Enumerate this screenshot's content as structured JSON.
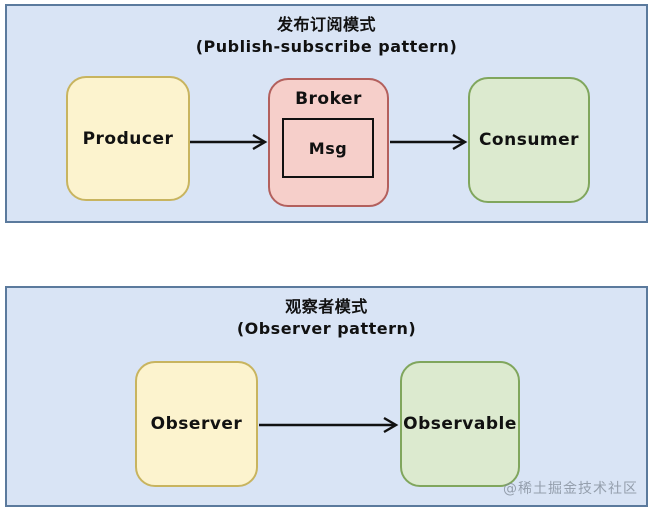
{
  "page": {
    "watermark": "@稀土掘金技术社区"
  },
  "panels": {
    "pubsub": {
      "title": "发布订阅模式",
      "subtitle": "(Publish-subscribe pattern)",
      "nodes": {
        "producer": "Producer",
        "broker": "Broker",
        "msg": "Msg",
        "consumer": "Consumer"
      }
    },
    "observer": {
      "title": "观察者模式",
      "subtitle": "(Observer pattern)",
      "nodes": {
        "observer": "Observer",
        "observable": "Observable"
      }
    }
  },
  "colors": {
    "panel_bg": "#d9e4f5",
    "panel_border": "#5b7a9d",
    "yellow_fill": "#fcf3ce",
    "yellow_border": "#c8b45f",
    "pink_fill": "#f6cfca",
    "pink_border": "#b3605d",
    "green_fill": "#dceacf",
    "green_border": "#80a65d",
    "arrow": "#111111",
    "text": "#111111",
    "watermark": "#7d8894"
  }
}
